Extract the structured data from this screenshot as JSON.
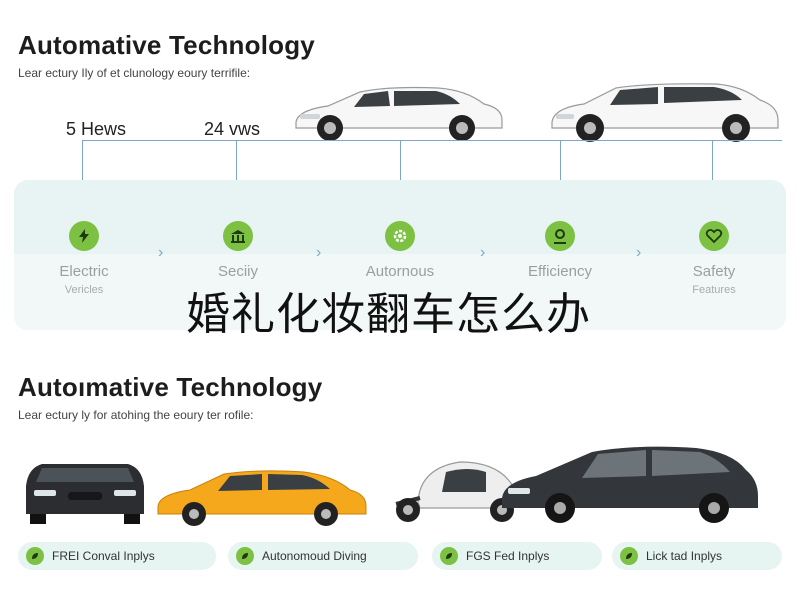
{
  "top": {
    "title": "Automative Technology",
    "subtitle": "Lear ectury Ily of et clunology eoury terrifile:",
    "stats": [
      "5 Hews",
      "24 vws"
    ]
  },
  "features": [
    {
      "label": "Electric",
      "sub": "Vericles",
      "icon": "lightning-icon"
    },
    {
      "label": "Seciiy",
      "sub": "",
      "icon": "building-icon"
    },
    {
      "label": "Autornous",
      "sub": "",
      "icon": "gear-icon"
    },
    {
      "label": "Efficiency",
      "sub": "",
      "icon": "location-pin-icon"
    },
    {
      "label": "Safety",
      "sub": "Features",
      "icon": "heart-icon"
    }
  ],
  "overlay_caption": "婚礼化妆翻车怎么办",
  "bottom": {
    "title": "Autoımative Technology",
    "subtitle": "Lear ectury ly for atohing the eoury ter rofile:",
    "pills": [
      {
        "label": "FREI Conval Inplys",
        "icon": "leaf-icon"
      },
      {
        "label": "Autonomoud Diving",
        "icon": "leaf-icon"
      },
      {
        "label": "FGS Fed Inplys",
        "icon": "leaf-icon"
      },
      {
        "label": "Lick tad Inplys",
        "icon": "leaf-icon"
      }
    ]
  },
  "colors": {
    "accent_green": "#7cc142",
    "panel_bg": "#e8f3f3",
    "connector_blue": "#7da7c4",
    "pill_bg": "#e6f4f2"
  }
}
